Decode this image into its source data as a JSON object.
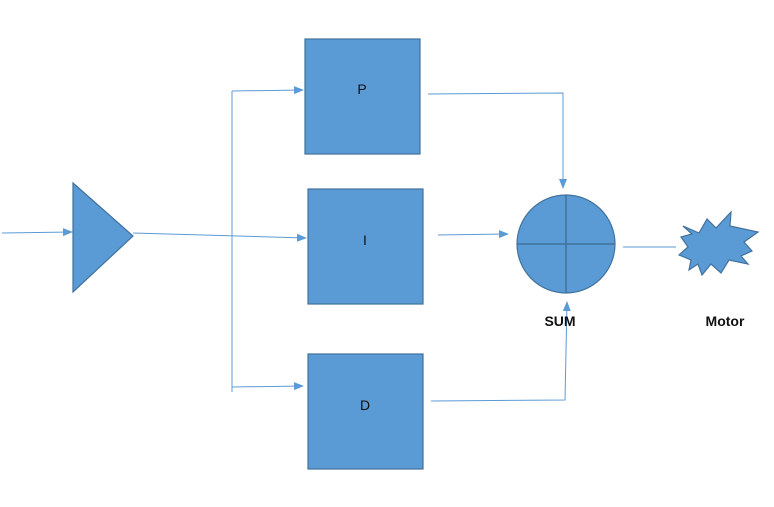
{
  "blocks": {
    "p": {
      "label": "P"
    },
    "i": {
      "label": "I"
    },
    "d": {
      "label": "D"
    }
  },
  "sum": {
    "label": "SUM"
  },
  "motor": {
    "label": "Motor"
  },
  "colors": {
    "fill": "#5b9bd5",
    "stroke": "#41719c",
    "line": "#5b9bd5"
  }
}
